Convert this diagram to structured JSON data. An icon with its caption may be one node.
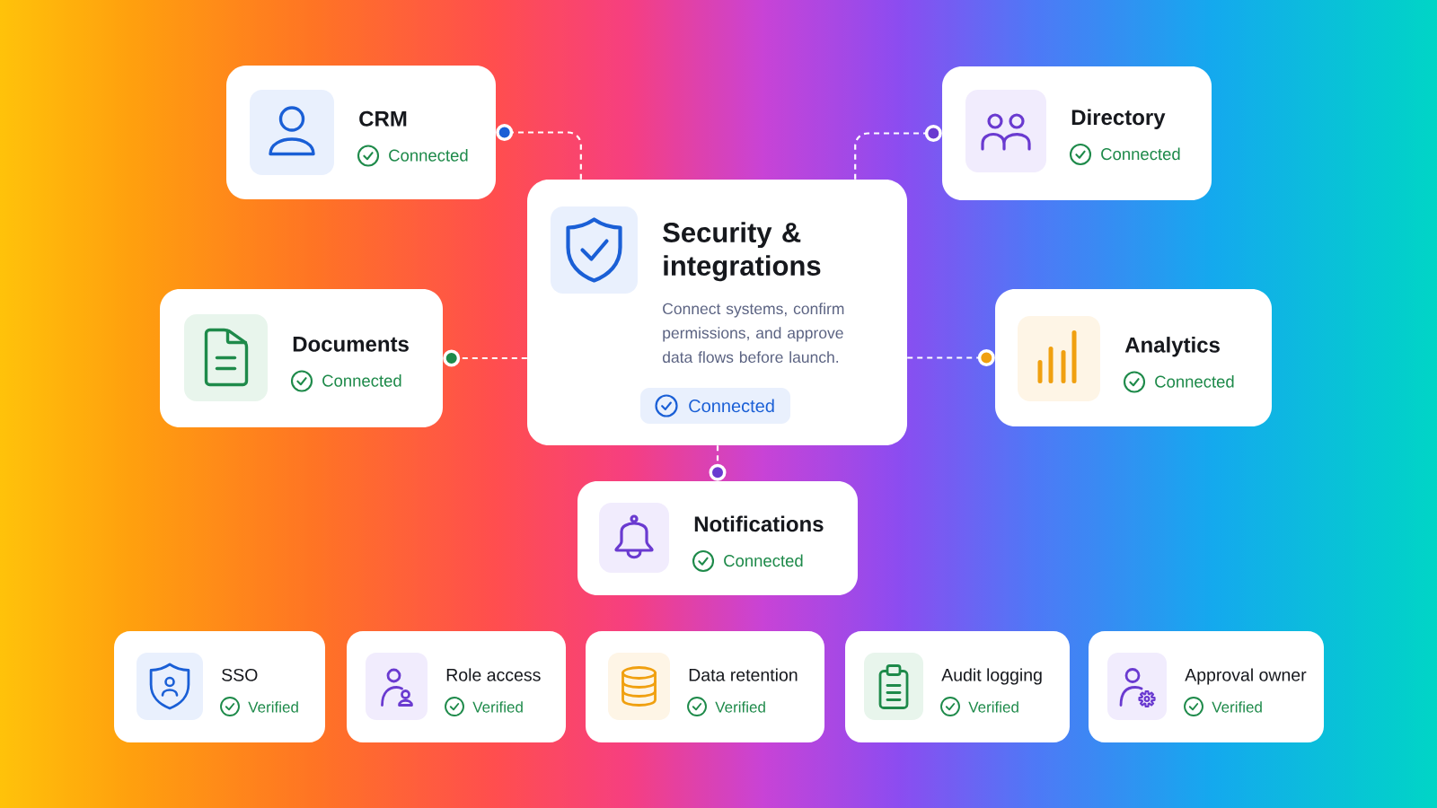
{
  "diagram": {
    "nodes": [
      {
        "text": [
          "CRM",
          "Connected"
        ]
      },
      {
        "text": [
          "Directory",
          "Connected"
        ]
      },
      {
        "text": [
          "Security & integrations",
          "Connect systems, confirm permissions, and approve data flows before launch.",
          "Connected"
        ]
      },
      {
        "text": [
          "Documents",
          "Connected"
        ]
      },
      {
        "text": [
          "Analytics",
          "Connected"
        ]
      },
      {
        "text": [
          "Notifications",
          "Connected"
        ]
      },
      {
        "text": [
          "SSO",
          "Verified"
        ]
      },
      {
        "text": [
          "Role access",
          "Verified"
        ]
      },
      {
        "text": [
          "Data retention",
          "Verified"
        ]
      },
      {
        "text": [
          "Audit logging",
          "Verified"
        ]
      },
      {
        "text": [
          "Approval owner",
          "Verified"
        ]
      }
    ],
    "edges": [
      {
        "from": 2,
        "to": 0,
        "arrow": "other",
        "style": "dashed"
      },
      {
        "from": 2,
        "to": 1,
        "arrow": "other",
        "style": "dashed"
      },
      {
        "from": 2,
        "to": 3,
        "arrow": "other",
        "style": "dashed"
      },
      {
        "from": 2,
        "to": 4,
        "arrow": "other",
        "style": "dashed"
      },
      {
        "from": 2,
        "to": 5,
        "arrow": "other",
        "style": "dashed"
      }
    ]
  }
}
